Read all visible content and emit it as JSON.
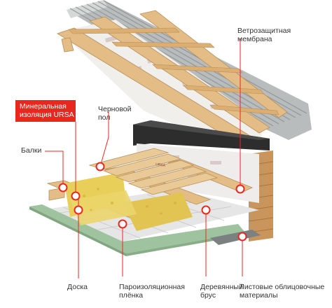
{
  "labels": {
    "wind_membrane": [
      "Ветрозащитная",
      "мембрана"
    ],
    "mineral_insulation": [
      "Минеральная",
      "изоляция URSA"
    ],
    "rough_floor": [
      "Черновой",
      "пол"
    ],
    "beams": "Балки",
    "board": "Доска",
    "vapor_film": [
      "Пароизоляционная",
      "плёнка"
    ],
    "wooden_bar": [
      "Деревянный",
      "брус"
    ],
    "sheet_cladding": [
      "Листовые облицовочные",
      "материалы"
    ]
  },
  "brand_print": "URSA",
  "colors": {
    "accent": "#e8281f",
    "leader_line": "#e8281f",
    "wood": "#e4bd86",
    "insulation": "#e8cf5a",
    "roof_sheet": "#b9bcbc",
    "green_sheet": "#9fc39f",
    "text": "#333333"
  }
}
